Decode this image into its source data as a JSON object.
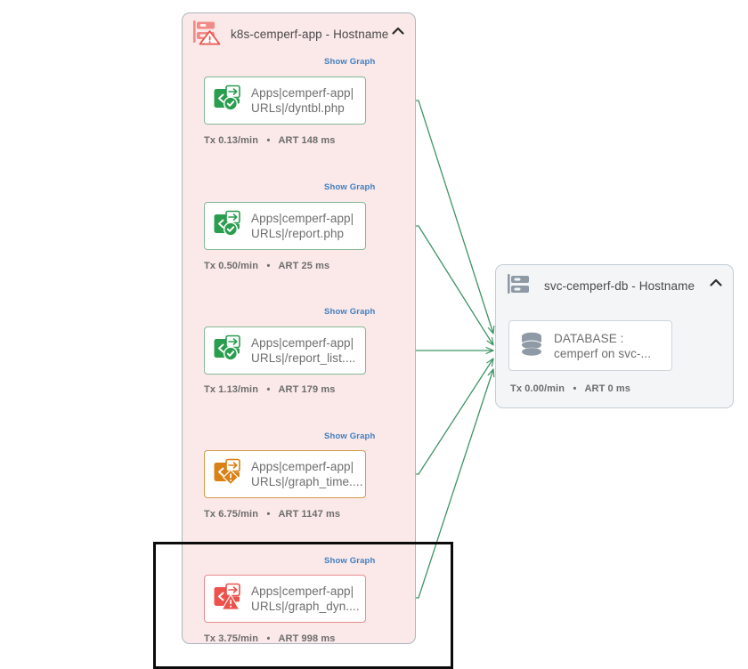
{
  "diagram": {
    "type": "application-flow-map",
    "tiers": [
      {
        "id": "app-tier",
        "title": "k8s-cemperf-app - Hostname",
        "icon": "server-rack-warning-icon",
        "status": "critical",
        "collapse_icon": "chevron-up-icon",
        "color": "#fbe9e9",
        "nodes": [
          {
            "id": "dyntbl",
            "show_graph_label": "Show Graph",
            "icon": "url-health-ok-icon",
            "status": "healthy",
            "label": "Apps|cemperf-app|\nURLs|/dyntbl.php",
            "metrics": "Tx 0.13/min   •   ART 148 ms",
            "tx": "0.13/min",
            "art": "148 ms"
          },
          {
            "id": "report",
            "show_graph_label": "Show Graph",
            "icon": "url-health-ok-icon",
            "status": "healthy",
            "label": "Apps|cemperf-app|\nURLs|/report.php",
            "metrics": "Tx 0.50/min   •   ART 25 ms",
            "tx": "0.50/min",
            "art": "25 ms"
          },
          {
            "id": "report-list",
            "show_graph_label": "Show Graph",
            "icon": "url-health-ok-icon",
            "status": "healthy",
            "label": "Apps|cemperf-app|\nURLs|/report_list....",
            "metrics": "Tx 1.13/min   •   ART 179 ms",
            "tx": "1.13/min",
            "art": "179 ms"
          },
          {
            "id": "graph-time",
            "show_graph_label": "Show Graph",
            "icon": "url-health-warning-icon",
            "status": "warning",
            "label": "Apps|cemperf-app|\nURLs|/graph_time....",
            "metrics": "Tx 6.75/min   •   ART 1147 ms",
            "tx": "6.75/min",
            "art": "1147 ms"
          },
          {
            "id": "graph-dyn",
            "show_graph_label": "Show Graph",
            "icon": "url-health-critical-icon",
            "status": "critical",
            "label": "Apps|cemperf-app|\nURLs|/graph_dyn....",
            "metrics": "Tx 3.75/min   •   ART 998 ms",
            "tx": "3.75/min",
            "art": "998 ms",
            "selected": true
          }
        ]
      },
      {
        "id": "db-tier",
        "title": "svc-cemperf-db - Hostname",
        "icon": "server-rack-icon",
        "status": "normal",
        "collapse_icon": "chevron-up-icon",
        "color": "#f3f5f7",
        "nodes": [
          {
            "id": "database",
            "icon": "database-icon",
            "status": "normal",
            "label": "DATABASE :\ncemperf on svc-...",
            "metrics": "Tx 0.00/min   •   ART 0 ms",
            "tx": "0.00/min",
            "art": "0 ms"
          }
        ]
      }
    ],
    "edges": [
      {
        "from": "dyntbl",
        "to": "database"
      },
      {
        "from": "report",
        "to": "database"
      },
      {
        "from": "report-list",
        "to": "database"
      },
      {
        "from": "graph-time",
        "to": "database"
      },
      {
        "from": "graph-dyn",
        "to": "database"
      }
    ],
    "colors": {
      "edge": "#3f9466",
      "critical": "#e8554d",
      "warning": "#d98016",
      "healthy": "#2a9d4e",
      "app_tier_bg": "#fbe9e9",
      "db_tier_bg": "#f3f5f7",
      "link": "#3f7fbf",
      "selection": "#000000"
    }
  }
}
